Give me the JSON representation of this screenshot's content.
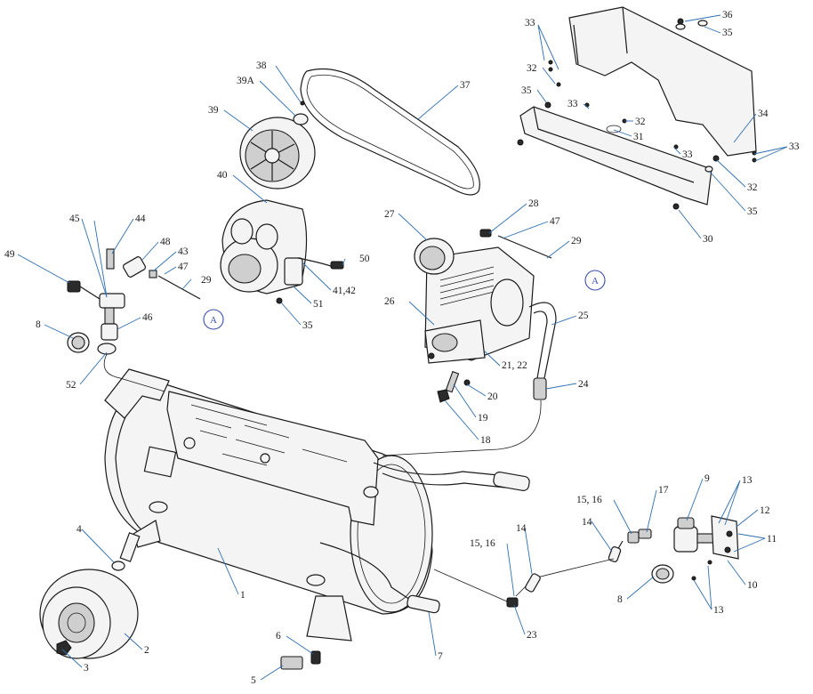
{
  "callouts": [
    {
      "id": "c33a",
      "text": "33"
    },
    {
      "id": "c36",
      "text": "36"
    },
    {
      "id": "c35a",
      "text": "35"
    },
    {
      "id": "c32a",
      "text": "32"
    },
    {
      "id": "c35b",
      "text": "35"
    },
    {
      "id": "c33b",
      "text": "33"
    },
    {
      "id": "c32b",
      "text": "32"
    },
    {
      "id": "c31",
      "text": "31"
    },
    {
      "id": "c34",
      "text": "34"
    },
    {
      "id": "c33c",
      "text": "33"
    },
    {
      "id": "c33d",
      "text": "33"
    },
    {
      "id": "c32c",
      "text": "32"
    },
    {
      "id": "c35c",
      "text": "35"
    },
    {
      "id": "c30",
      "text": "30"
    },
    {
      "id": "c38",
      "text": "38"
    },
    {
      "id": "c39a",
      "text": "39A"
    },
    {
      "id": "c37",
      "text": "37"
    },
    {
      "id": "c39",
      "text": "39"
    },
    {
      "id": "c40",
      "text": "40"
    },
    {
      "id": "c45",
      "text": "45"
    },
    {
      "id": "c44",
      "text": "44"
    },
    {
      "id": "c48",
      "text": "48"
    },
    {
      "id": "c43",
      "text": "43"
    },
    {
      "id": "c47a",
      "text": "47"
    },
    {
      "id": "c29a",
      "text": "29"
    },
    {
      "id": "c49",
      "text": "49"
    },
    {
      "id": "c50",
      "text": "50"
    },
    {
      "id": "c4142",
      "text": "41,42"
    },
    {
      "id": "c51",
      "text": "51"
    },
    {
      "id": "c35d",
      "text": "35"
    },
    {
      "id": "c8a",
      "text": "8"
    },
    {
      "id": "c46",
      "text": "46"
    },
    {
      "id": "c52",
      "text": "52"
    },
    {
      "id": "c28",
      "text": "28"
    },
    {
      "id": "c27",
      "text": "27"
    },
    {
      "id": "c47b",
      "text": "47"
    },
    {
      "id": "c29b",
      "text": "29"
    },
    {
      "id": "c26",
      "text": "26"
    },
    {
      "id": "c25",
      "text": "25"
    },
    {
      "id": "c2122",
      "text": "21, 22"
    },
    {
      "id": "c24",
      "text": "24"
    },
    {
      "id": "c20",
      "text": "20"
    },
    {
      "id": "c19",
      "text": "19"
    },
    {
      "id": "c18",
      "text": "18"
    },
    {
      "id": "c9",
      "text": "9"
    },
    {
      "id": "c13a",
      "text": "13"
    },
    {
      "id": "c1516a",
      "text": "15, 16"
    },
    {
      "id": "c17",
      "text": "17"
    },
    {
      "id": "c12",
      "text": "12"
    },
    {
      "id": "c14a",
      "text": "14"
    },
    {
      "id": "c11",
      "text": "11"
    },
    {
      "id": "c14b",
      "text": "14"
    },
    {
      "id": "c1516b",
      "text": "15, 16"
    },
    {
      "id": "c10",
      "text": "10"
    },
    {
      "id": "c8b",
      "text": "8"
    },
    {
      "id": "c13b",
      "text": "13"
    },
    {
      "id": "c4",
      "text": "4"
    },
    {
      "id": "c1",
      "text": "1"
    },
    {
      "id": "c2",
      "text": "2"
    },
    {
      "id": "c23",
      "text": "23"
    },
    {
      "id": "c6",
      "text": "6"
    },
    {
      "id": "c7",
      "text": "7"
    },
    {
      "id": "c3",
      "text": "3"
    },
    {
      "id": "c5",
      "text": "5"
    }
  ],
  "connectors": [
    {
      "id": "A1",
      "text": "A"
    },
    {
      "id": "A2",
      "text": "A"
    }
  ]
}
